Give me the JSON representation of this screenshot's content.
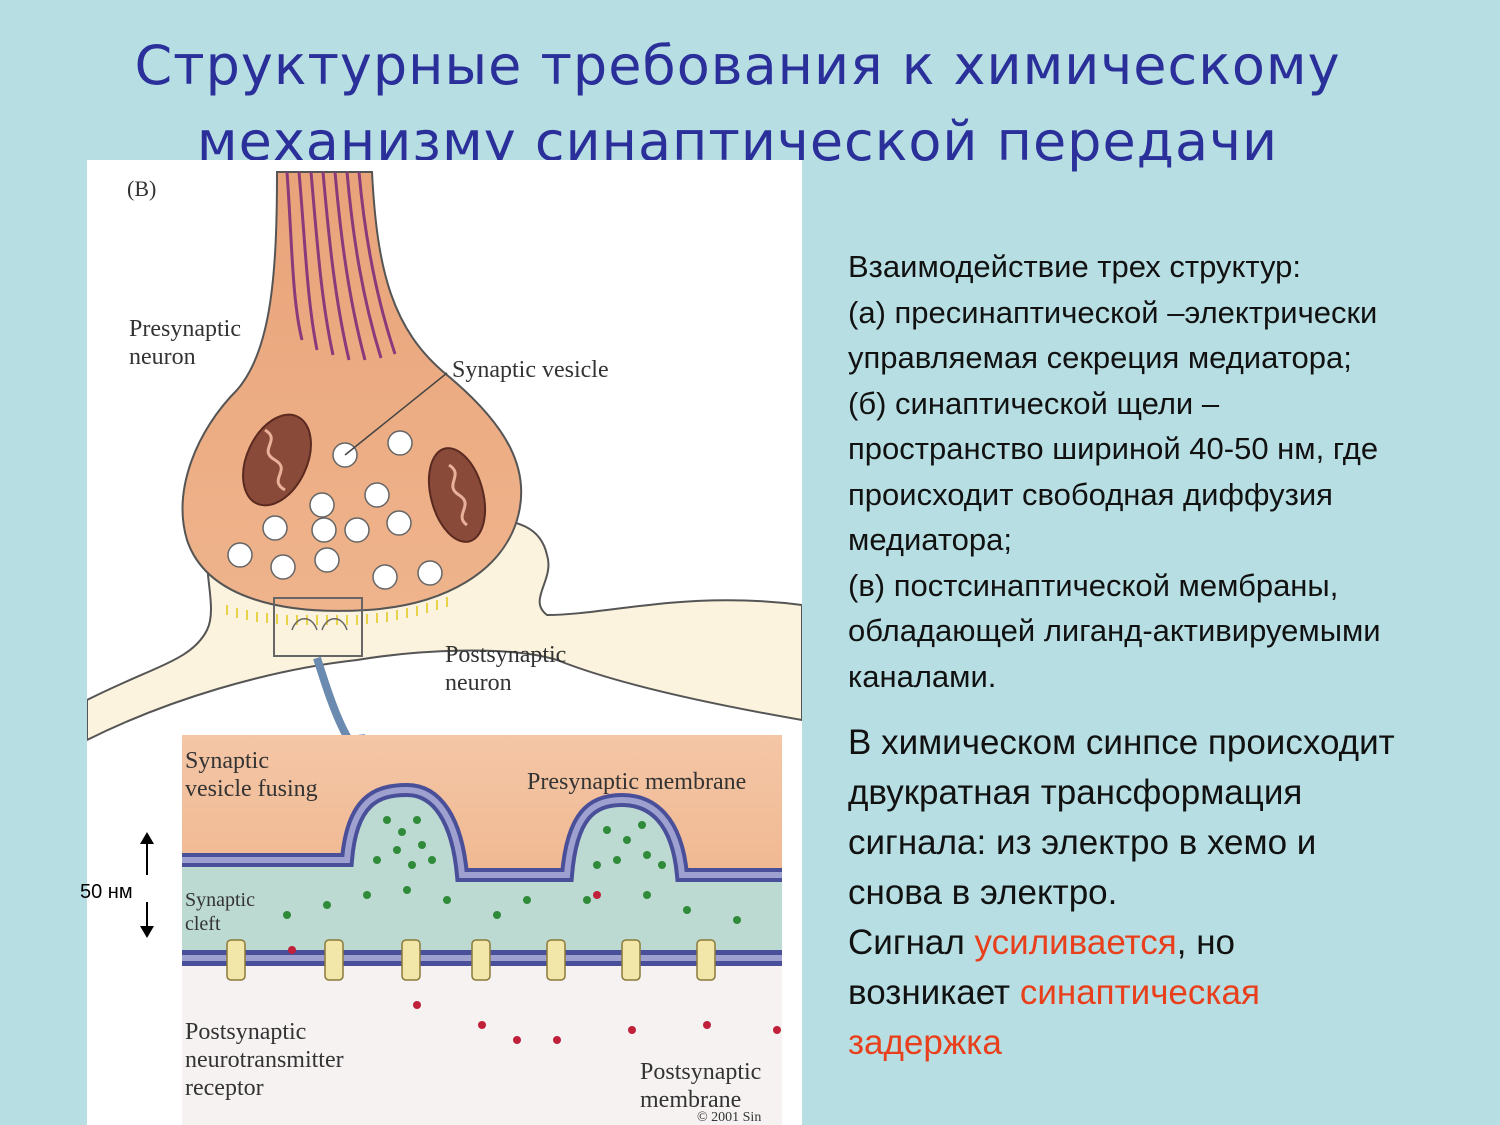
{
  "title": {
    "line1": "Структурные требования к химическому",
    "line2": "механизму синаптической передачи"
  },
  "figure": {
    "panel_label": "(B)",
    "presynaptic_neuron": "Presynaptic\nneuron",
    "synaptic_vesicle": "Synaptic vesicle",
    "postsynaptic_neuron": "Postsynaptic\nneuron",
    "synaptic_vesicle_fusing": "Synaptic\nvesicle fusing",
    "presynaptic_membrane": "Presynaptic membrane",
    "synaptic_cleft": "Synaptic\ncleft",
    "postsynaptic_receptor": "Postsynaptic\nneurotransmitter\nreceptor",
    "postsynaptic_membrane": "Postsynaptic\nmembrane",
    "copyright": "© 2001 Sin"
  },
  "scale": {
    "label": "50 нм"
  },
  "description": {
    "lines": [
      "Взаимодействие трех структур:",
      "(а) пресинаптической –электрически",
      "управляемая секреция медиатора;",
      "(б) синаптической щели –",
      "пространство шириной 40-50 нм, где",
      "происходит свободная диффузия",
      "медиатора;",
      "(в) постсинаптической мембраны,",
      "обладающей лиганд-активируемыми",
      "каналами."
    ]
  },
  "conclusion": {
    "line1": "В химическом синпсе происходит",
    "line2": "двукратная трансформация",
    "line3": "сигнала: из электро в хемо и",
    "line4": "снова в электро.",
    "line5_a": "Сигнал ",
    "line5_b": "усиливается",
    "line5_c": ", но",
    "line6_a": "возникает ",
    "line6_b": "синаптическая",
    "line7": "задержка"
  },
  "colors": {
    "background": "#b7dfe3",
    "title": "#2a2f9a",
    "highlight": "#e8401c",
    "presynaptic": "#e8a57c",
    "cleft": "#bcd9d2",
    "membrane": "#7c7fb8"
  }
}
